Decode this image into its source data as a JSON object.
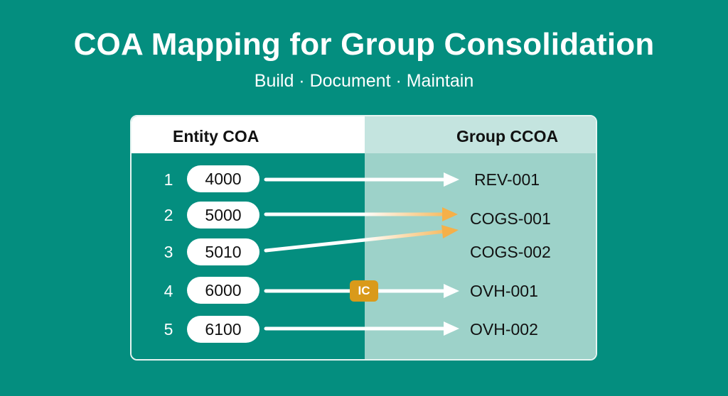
{
  "header": {
    "title": "COA Mapping for Group Consolidation",
    "subtitle": "Build · Document · Maintain"
  },
  "table": {
    "left_header": "Entity COA",
    "right_header": "Group CCOA",
    "rows": [
      {
        "num": "1",
        "code": "4000"
      },
      {
        "num": "2",
        "code": "5000"
      },
      {
        "num": "3",
        "code": "5010"
      },
      {
        "num": "4",
        "code": "6000"
      },
      {
        "num": "5",
        "code": "6100"
      }
    ],
    "targets": [
      "REV-001",
      "COGS-001",
      "COGS-002",
      "OVH-001",
      "OVH-002"
    ],
    "badge": "IC"
  },
  "colors": {
    "background": "#048e7f",
    "arrow": "#ffffff",
    "highlight_arrow": "#f5b049",
    "badge": "#d99a1a",
    "right_column": "#9dd2c9"
  }
}
